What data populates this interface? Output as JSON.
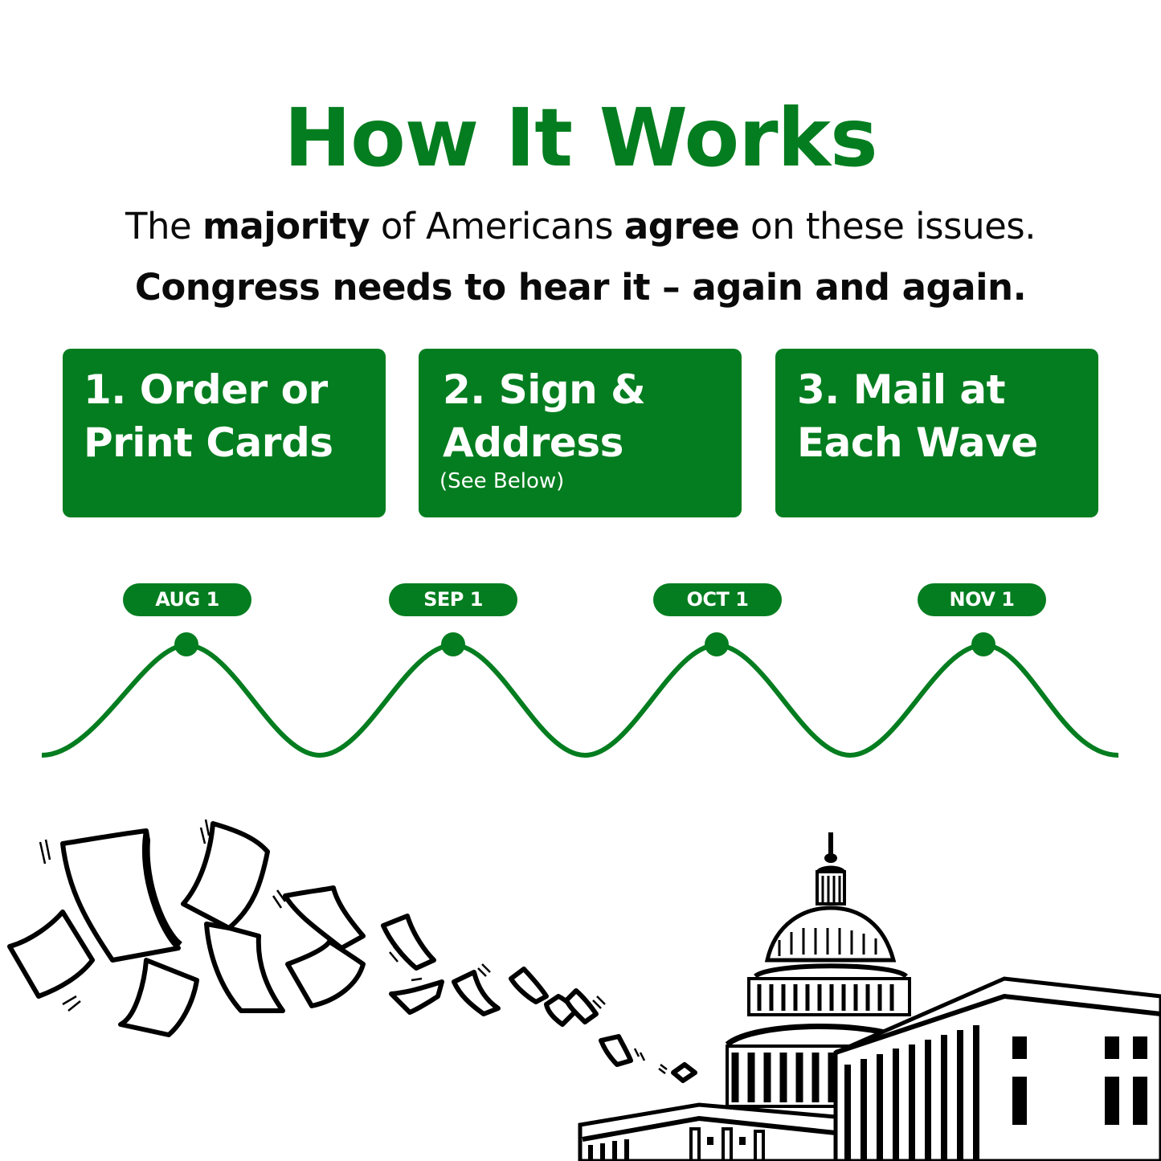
{
  "header": {
    "title": "How It Works",
    "subtitle_line1": {
      "part1": "The ",
      "bold1": "majority",
      "part2": " of Americans ",
      "bold2": "agree",
      "part3": " on these issues."
    },
    "subtitle_line2": "Congress needs to hear it – again and again."
  },
  "steps": [
    {
      "label": "1. Order or\nPrint Cards",
      "note": ""
    },
    {
      "label": "2. Sign &\nAddress",
      "note": "(See Below)"
    },
    {
      "label": "3. Mail at\nEach Wave",
      "note": ""
    }
  ],
  "timeline": {
    "dates": [
      "AUG 1",
      "SEP 1",
      "OCT 1",
      "NOV 1"
    ],
    "wave_icon": "sine-wave",
    "marker_icon": "dot"
  },
  "illustration": {
    "left": "flying-papers-icon",
    "right": "us-capitol-building-icon"
  },
  "colors": {
    "accent": "#037D1F",
    "text": "#0a0a0a",
    "background": "#ffffff"
  }
}
